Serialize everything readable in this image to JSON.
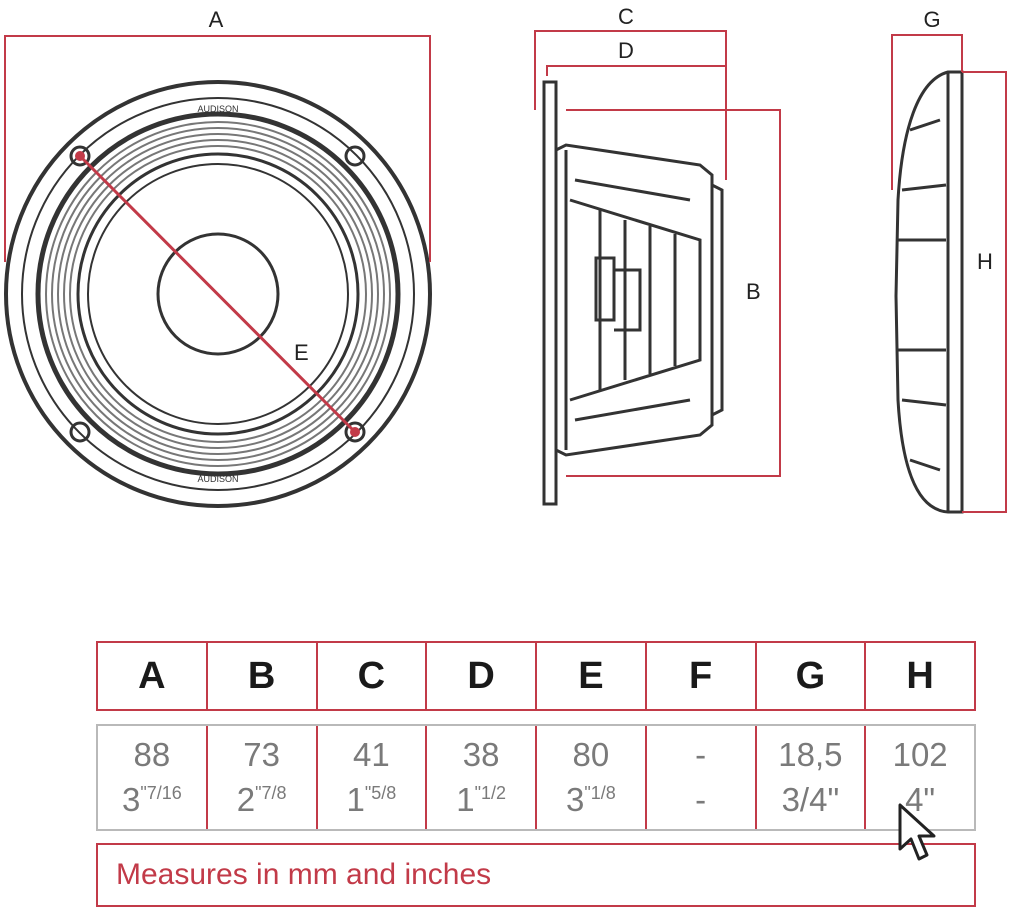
{
  "diagram": {
    "labels": {
      "a": "A",
      "b": "B",
      "c": "C",
      "d": "D",
      "e": "E",
      "g": "G",
      "h": "H"
    },
    "brand_text": "AUDISON"
  },
  "table": {
    "headers": [
      "A",
      "B",
      "C",
      "D",
      "E",
      "F",
      "G",
      "H"
    ],
    "mm": [
      "88",
      "73",
      "41",
      "38",
      "80",
      "-",
      "18,5",
      "102"
    ],
    "inches": [
      {
        "whole": "3",
        "frac": "\"7/16"
      },
      {
        "whole": "2",
        "frac": "\"7/8"
      },
      {
        "whole": "1",
        "frac": "\"5/8"
      },
      {
        "whole": "1",
        "frac": "\"1/2"
      },
      {
        "whole": "3",
        "frac": "\"1/8"
      },
      {
        "whole": "-",
        "frac": ""
      },
      {
        "whole": "3/4\"",
        "frac": ""
      },
      {
        "whole": "4\"",
        "frac": ""
      }
    ]
  },
  "note": "Measures in mm and inches",
  "colors": {
    "accent": "#c23a48",
    "grey_border": "#b9b9b9",
    "value_text": "#7a7a7a"
  }
}
